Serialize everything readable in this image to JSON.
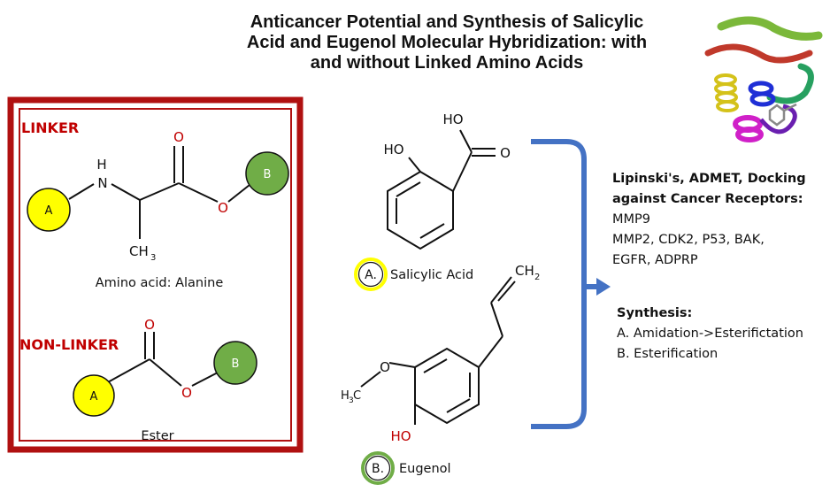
{
  "title": {
    "line1": "Anticancer Potential and Synthesis of Salicylic",
    "line2": "Acid and Eugenol Molecular Hybridization: with",
    "line3": "and without Linked Amino Acids"
  },
  "left_panel": {
    "linker_heading": "LINKER",
    "nonlinker_heading": "NON-LINKER",
    "alanine_caption": "Amino acid: Alanine",
    "ester_caption": "Ester",
    "node_a": "A",
    "node_b": "B",
    "atoms": {
      "O": "O",
      "H": "H",
      "N": "N",
      "CH": "CH",
      "sub3": "3"
    }
  },
  "molecules": {
    "salicylic_label_letter": "A.",
    "salicylic_label": "Salicylic Acid",
    "eugenol_label_letter": "B.",
    "eugenol_label": "Eugenol",
    "atoms": {
      "HO_top": "HO",
      "O_right": "O",
      "HO_left": "HO",
      "CH2": "CH",
      "sub2": "2",
      "O_meth": "O",
      "H3C_H": "H",
      "H3C_3": "3",
      "H3C_C": "C",
      "HO_bottom": "HO"
    }
  },
  "right_panel": {
    "heading_line1": "Lipinski's, ADMET, Docking",
    "heading_line2": "against Cancer Receptors:",
    "receptors_line1": "MMP9",
    "receptors_line2": "MMP2, CDK2, P53, BAK,",
    "receptors_line3": "EGFR, ADPRP",
    "synthesis_heading": "Synthesis:",
    "synthesis_a": "A. Amidation->Esterifictation",
    "synthesis_b": "B. Esterification"
  },
  "colors": {
    "frame_red": "#b01010",
    "heading_red": "#c00000",
    "node_yellow": "#ffff00",
    "node_green": "#70ad47",
    "bracket_blue": "#4472c4",
    "protein_icon": "protein-ribbon-structure"
  }
}
